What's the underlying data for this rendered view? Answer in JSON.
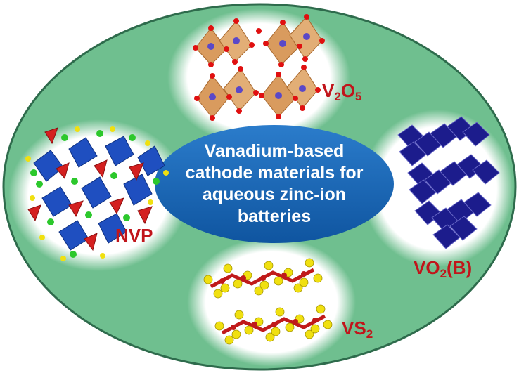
{
  "center": {
    "lines": [
      "Vanadium-based",
      "cathode materials for",
      "aqueous zinc-ion",
      "batteries"
    ]
  },
  "labels": {
    "v2o5": {
      "main": "V",
      "sub1": "2",
      "mid": "O",
      "sub2": "5",
      "tail": ""
    },
    "nvp": {
      "main": "NVP"
    },
    "vo2b": {
      "main": "VO",
      "sub1": "2",
      "tail": "(B)"
    },
    "vs2": {
      "main": "VS",
      "sub1": "2"
    }
  },
  "colors": {
    "outer_ellipse": "#6fbf8f",
    "outer_border": "#2e6b4c",
    "center_ellipse": "#1464b4",
    "bubble": "#ffffff",
    "label": "#c1151b",
    "v2o5_polyhedra": "#d99b5e",
    "vanadium": "#5a48c8",
    "oxygen": "#e01010",
    "vo2b_octahedra": "#1c1c8c",
    "nvp_blue": "#1f4fc0",
    "nvp_red": "#d42020",
    "sodium": "#2cc82c",
    "sulfur": "#f0e010"
  }
}
